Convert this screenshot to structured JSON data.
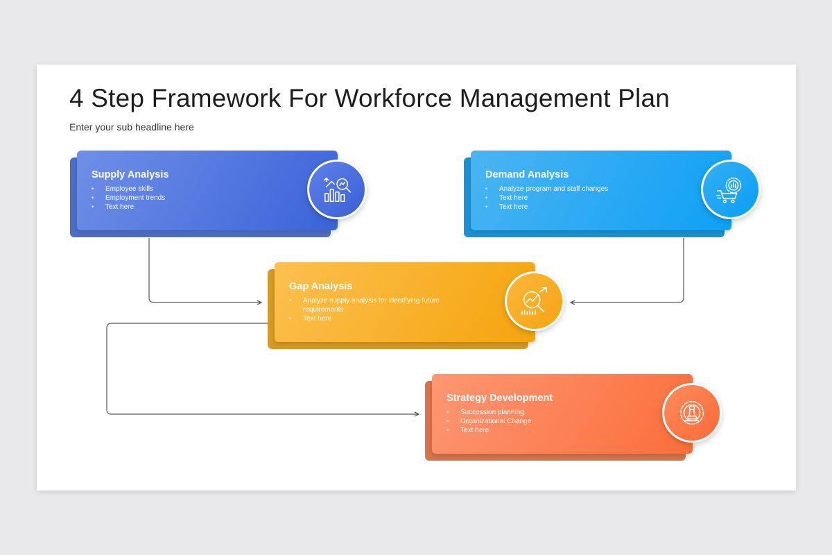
{
  "title": "4 Step Framework For Workforce Management Plan",
  "subtitle": "Enter your sub headline here",
  "cards": [
    {
      "heading": "Supply Analysis",
      "bullets": [
        "Employee skills",
        "Employment trends",
        "Text here"
      ],
      "icon": "growth-chart-search-icon",
      "color": "#3a63d9"
    },
    {
      "heading": "Demand Analysis",
      "bullets": [
        "Analyze program and staff changes",
        "Text here",
        "Text here"
      ],
      "icon": "cart-gear-icon",
      "color": "#0ea0f5"
    },
    {
      "heading": "Gap Analysis",
      "bullets": [
        "Analyze supply analysis for identifying future requirements",
        "Text here"
      ],
      "icon": "trend-magnifier-icon",
      "color": "#f5a40c"
    },
    {
      "heading": "Strategy Development",
      "bullets": [
        "Succession planning",
        "Organizational Change",
        "Text here"
      ],
      "icon": "chess-gear-icon",
      "color": "#fb6e3a"
    }
  ]
}
